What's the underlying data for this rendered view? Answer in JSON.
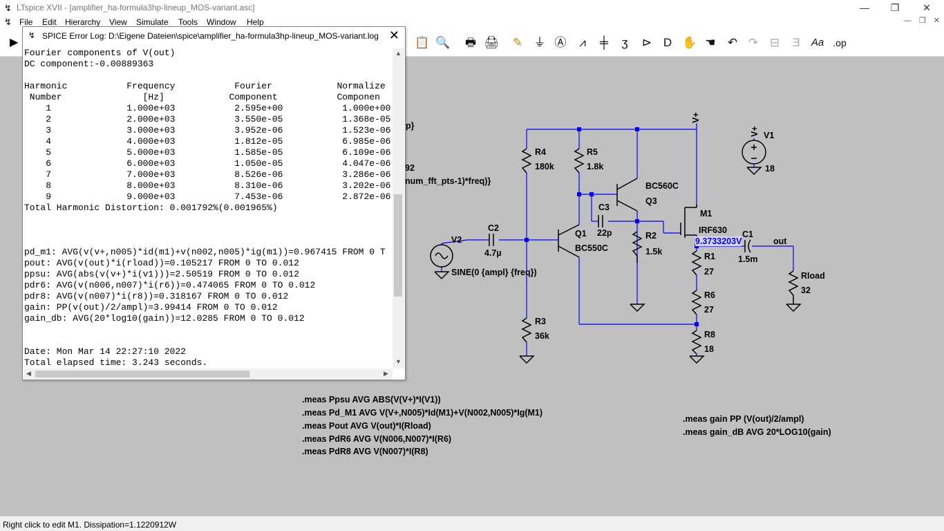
{
  "window": {
    "title": "LTspice XVII - [amplifier_ha-formula3hp-lineup_MOS-variant.asc]",
    "minimize": "—",
    "restore": "❐",
    "close": "✕"
  },
  "menu": [
    "File",
    "Edit",
    "Hierarchy",
    "View",
    "Simulate",
    "Tools",
    "Window",
    "Help"
  ],
  "mdi": [
    "—",
    "❐",
    "✕"
  ],
  "toolbar": [
    {
      "icon": "paste-icon",
      "glyph": "📋"
    },
    {
      "icon": "binoculars-icon",
      "glyph": "🔍"
    },
    {
      "icon": "print-icon",
      "glyph": "🖶"
    },
    {
      "icon": "print-setup-icon",
      "glyph": "🖨"
    },
    {
      "icon": "draw-wire-icon",
      "glyph": "✎"
    },
    {
      "icon": "ground-icon",
      "glyph": "⏚"
    },
    {
      "icon": "label-net-icon",
      "glyph": "Ⓐ"
    },
    {
      "icon": "resistor-icon",
      "glyph": "⩘"
    },
    {
      "icon": "capacitor-icon",
      "glyph": "╪"
    },
    {
      "icon": "inductor-icon",
      "glyph": "ʒ"
    },
    {
      "icon": "diode-icon",
      "glyph": "⊳"
    },
    {
      "icon": "component-icon",
      "glyph": "D"
    },
    {
      "icon": "move-icon",
      "glyph": "✋"
    },
    {
      "icon": "drag-icon",
      "glyph": "☚"
    },
    {
      "icon": "undo-icon",
      "glyph": "↶"
    },
    {
      "icon": "redo-icon",
      "glyph": "↷"
    },
    {
      "icon": "rotate-icon",
      "glyph": "⊟"
    },
    {
      "icon": "mirror-icon",
      "glyph": "Ǝ"
    },
    {
      "icon": "text-icon",
      "glyph": "Aa"
    },
    {
      "icon": "spice-directive-icon",
      "glyph": ".op"
    }
  ],
  "log_window": {
    "title": "SPICE Error Log: D:\\Eigene Dateien\\spice\\amplifier_ha-formula3hp-lineup_MOS-variant.log",
    "close": "✕",
    "lines": [
      "Fourier components of V(out)",
      "DC component:-0.00889363",
      "",
      "Harmonic           Frequency           Fourier            Normalize",
      " Number               [Hz]            Component           Componen",
      "    1              1.000e+03           2.595e+00           1.000e+00",
      "    2              2.000e+03           3.550e-05           1.368e-05",
      "    3              3.000e+03           3.952e-06           1.523e-06",
      "    4              4.000e+03           1.812e-05           6.985e-06",
      "    5              5.000e+03           1.585e-05           6.109e-06",
      "    6              6.000e+03           1.050e-05           4.047e-06",
      "    7              7.000e+03           8.526e-06           3.286e-06",
      "    8              8.000e+03           8.310e-06           3.202e-06",
      "    9              9.000e+03           7.453e-06           2.872e-06",
      "Total Harmonic Distortion: 0.001792%(0.001965%)",
      "",
      "",
      "",
      "pd_m1: AVG(v(v+,n005)*id(m1)+v(n002,n005)*ig(m1))=0.967415 FROM 0 T",
      "pout: AVG(v(out)*i(rload))=0.105217 FROM 0 TO 0.012",
      "ppsu: AVG(abs(v(v+)*i(v1)))=2.50519 FROM 0 TO 0.012",
      "pdr6: AVG(v(n006,n007)*i(r6))=0.474065 FROM 0 TO 0.012",
      "pdr8: AVG(v(n007)*i(r8))=0.318167 FROM 0 TO 0.012",
      "gain: PP(v(out)/2/ampl)=3.99414 FROM 0 TO 0.012",
      "gain_db: AVG(20*log10(gain))=12.0285 FROM 0 TO 0.012",
      "",
      "",
      "Date: Mon Mar 14 22:27:10 2022",
      "Total elapsed time: 3.243 seconds."
    ]
  },
  "schematic": {
    "partial_texts": [
      "ep}",
      "92",
      "num_fft_pts-1)*freq)}"
    ],
    "components": {
      "R4": {
        "name": "R4",
        "value": "180k"
      },
      "R5": {
        "name": "R5",
        "value": "1.8k"
      },
      "R3": {
        "name": "R3",
        "value": "36k"
      },
      "R2": {
        "name": "R2",
        "value": "1.5k"
      },
      "R1": {
        "name": "R1",
        "value": "27"
      },
      "R6": {
        "name": "R6",
        "value": "27"
      },
      "R8": {
        "name": "R8",
        "value": "18"
      },
      "Rload": {
        "name": "Rload",
        "value": "32"
      },
      "C1": {
        "name": "C1",
        "value": "1.5m"
      },
      "C2": {
        "name": "C2",
        "value": "4.7µ"
      },
      "C3": {
        "name": "C3",
        "value": "22p"
      },
      "Q1": {
        "name": "Q1",
        "value": "BC550C"
      },
      "Q3": {
        "name": "Q3",
        "value": "BC560C"
      },
      "M1": {
        "name": "M1",
        "value": "IRF630"
      },
      "V1": {
        "name": "V1",
        "value": "18"
      },
      "V2": {
        "name": "V2",
        "value": "SINE(0 {ampl} {freq})"
      }
    },
    "net_labels": {
      "vplus": "V+",
      "vplus_v1": "V+",
      "out": "out"
    },
    "voltage_probe": "9.3733203V",
    "directives_left": [
      ".meas Ppsu AVG ABS(V(V+)*I(V1))",
      ".meas Pd_M1 AVG V(V+,N005)*Id(M1)+V(N002,N005)*Ig(M1)",
      ".meas Pout AVG V(out)*I(Rload)",
      ".meas PdR6 AVG V(N006,N007)*I(R6)",
      ".meas PdR8 AVG V(N007)*I(R8)"
    ],
    "directives_right": [
      ".meas gain PP (V(out)/2/ampl)",
      ".meas gain_dB AVG 20*LOG10(gain)"
    ],
    "colors": {
      "wire": "#0000ff",
      "probe": "#0000ff",
      "component": "#000000"
    }
  },
  "status": "Right click to edit M1.   Dissipation=1.1220912W"
}
